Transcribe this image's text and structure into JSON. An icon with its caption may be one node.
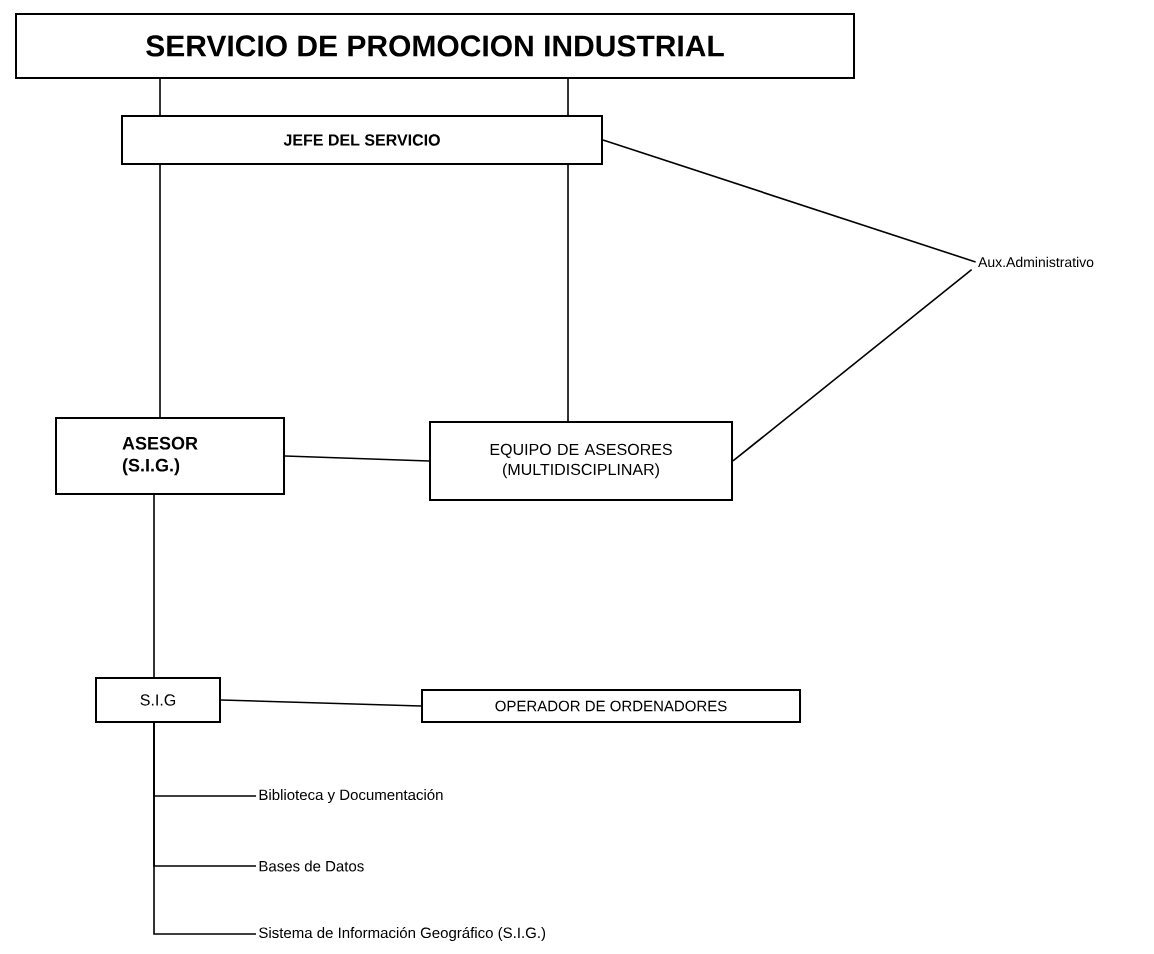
{
  "diagram": {
    "nodes": [
      {
        "text": [
          "SERVICIO DE PROMOCION INDUSTRIAL"
        ]
      },
      {
        "text": [
          "JEFE DEL SERVICIO"
        ]
      },
      {
        "text": [
          "Aux.Administrativo"
        ]
      },
      {
        "text": [
          "ASESOR (S.I.G.)"
        ]
      },
      {
        "text": [
          "EQUIPO DE ASESORES (MULTIDISCIPLINAR)"
        ]
      },
      {
        "text": [
          "S.I.G"
        ]
      },
      {
        "text": [
          "OPERADOR DE ORDENADORES"
        ]
      },
      {
        "text": [
          "Biblioteca y Documentación"
        ]
      },
      {
        "text": [
          "Bases de Datos"
        ]
      },
      {
        "text": [
          "Sistema de Información Geográfico (S.I.G.)"
        ]
      }
    ],
    "edges": [
      {
        "from": 0,
        "to": 1,
        "arrow": "none"
      },
      {
        "from": 0,
        "to": 1,
        "arrow": "none"
      },
      {
        "from": 1,
        "to": 2,
        "arrow": "none"
      },
      {
        "from": 1,
        "to": 3,
        "arrow": "none"
      },
      {
        "from": 1,
        "to": 4,
        "arrow": "none"
      },
      {
        "from": 3,
        "to": 4,
        "arrow": "none"
      },
      {
        "from": 4,
        "to": 2,
        "arrow": "none"
      },
      {
        "from": 3,
        "to": 5,
        "arrow": "none"
      },
      {
        "from": 5,
        "to": 6,
        "arrow": "none"
      },
      {
        "from": 5,
        "to": 7,
        "arrow": "none"
      },
      {
        "from": 5,
        "to": 8,
        "arrow": "none"
      },
      {
        "from": 5,
        "to": 9,
        "arrow": "none"
      }
    ]
  }
}
